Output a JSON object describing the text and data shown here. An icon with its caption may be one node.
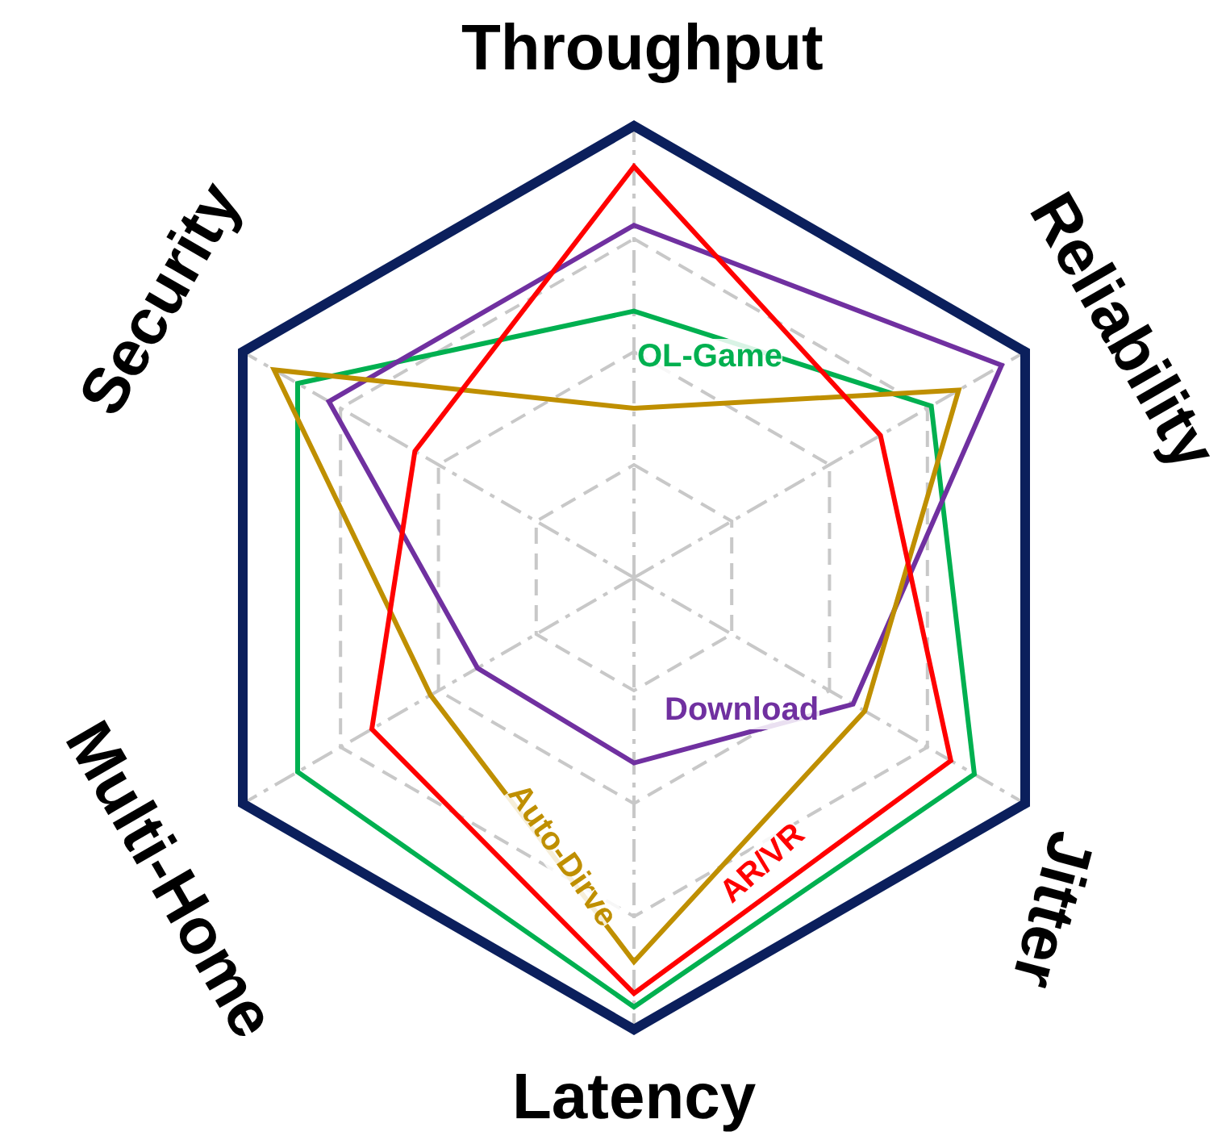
{
  "diagram": {
    "labels": [
      "Throughput",
      "Security",
      "Reliability",
      "Multi-Home",
      "Jitter",
      "Latency"
    ],
    "legend": [
      {
        "text": "OL-Game",
        "color": "#00b050"
      },
      {
        "text": "Download",
        "color": "#7030a0"
      },
      {
        "text": "Auto-Dirve",
        "color": "#bf8f00"
      },
      {
        "text": "AR/VR",
        "color": "#ff0000"
      }
    ]
  }
}
